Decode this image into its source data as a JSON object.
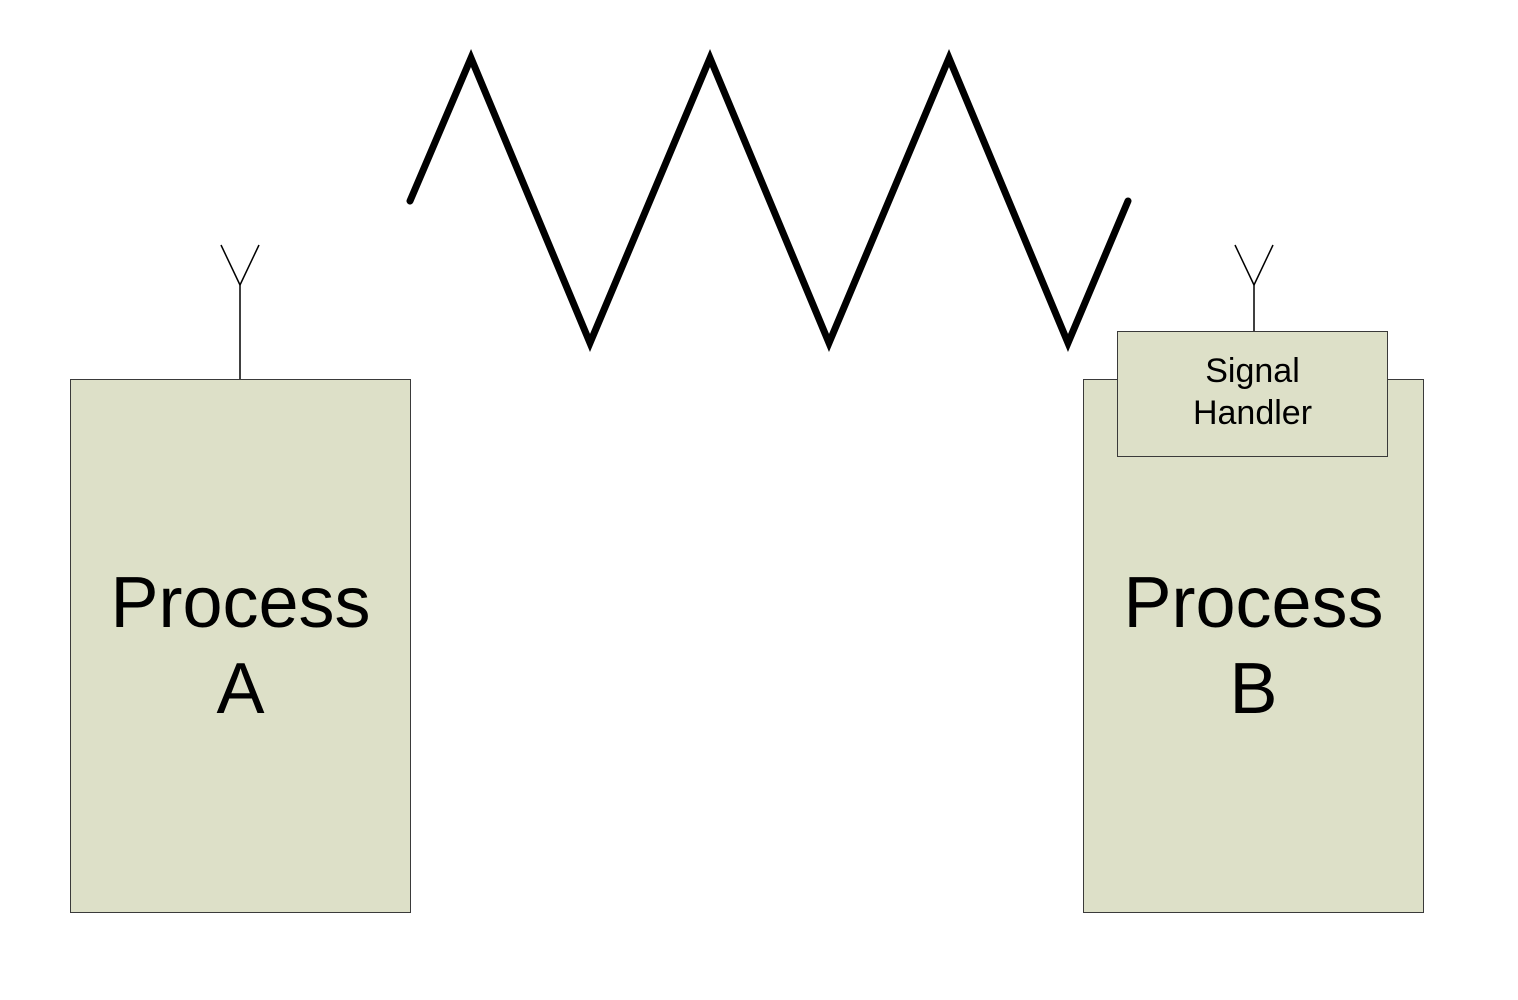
{
  "process_a": {
    "line1": "Process",
    "line2": "A"
  },
  "process_b": {
    "line1": "Process",
    "line2": "B"
  },
  "signal_handler": {
    "line1": "Signal",
    "line2": "Handler"
  },
  "colors": {
    "box_fill": "#dde0c8",
    "box_border": "#3a3a3a",
    "signal_wave": "#000000"
  }
}
